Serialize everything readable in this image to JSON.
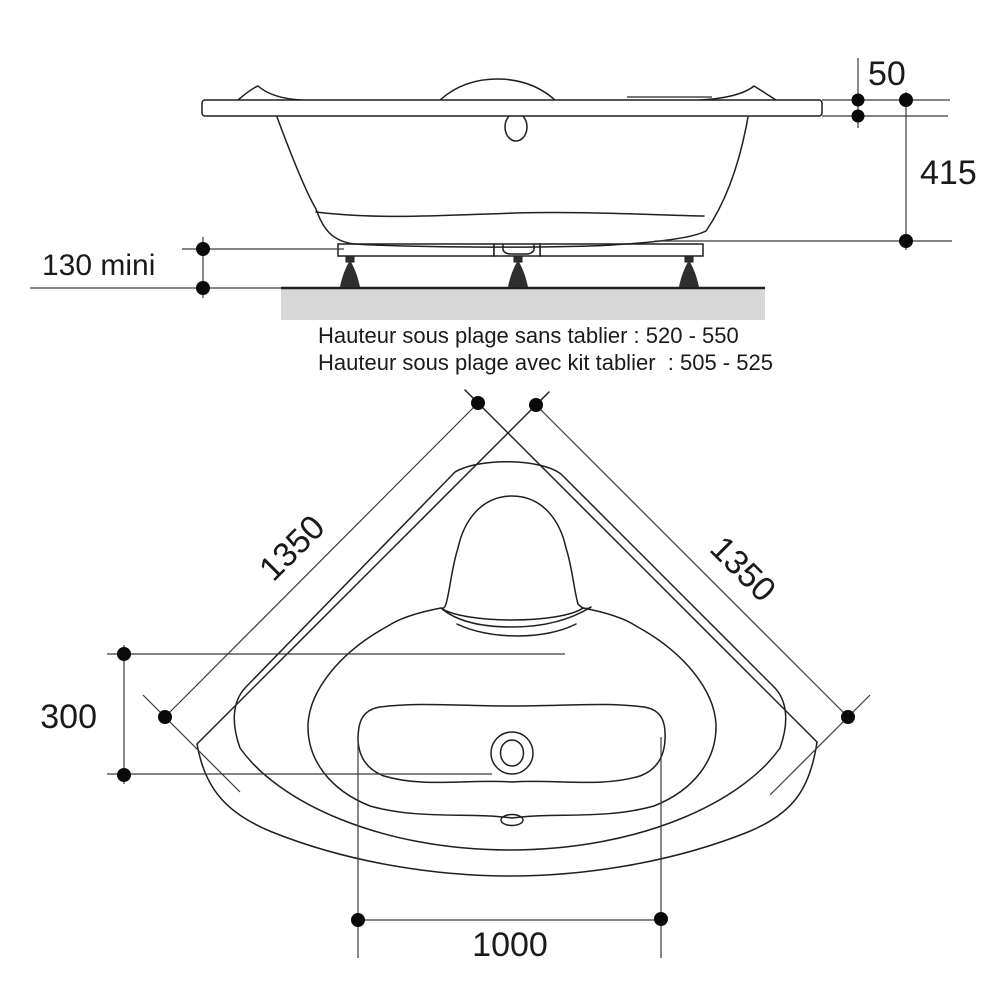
{
  "title": "Corner bathtub installation drawing",
  "side_view": {
    "dim_rim_thickness": "50",
    "dim_tub_height": "415",
    "dim_floor_clearance": "130 mini"
  },
  "notes": {
    "line1": "Hauteur sous plage sans tablier : 520 - 550",
    "line2": "Hauteur sous plage avec kit tablier  : 505 - 525"
  },
  "plan_view": {
    "dim_left_side": "1350",
    "dim_right_side": "1350",
    "dim_back_offset": "300",
    "dim_front_width": "1000"
  },
  "colors": {
    "line": "#1f1f1f",
    "floor_slab": "#d8d8d8",
    "support_frame": "#e2e2e2",
    "feet": "#2e2e2e",
    "background": "#ffffff"
  }
}
